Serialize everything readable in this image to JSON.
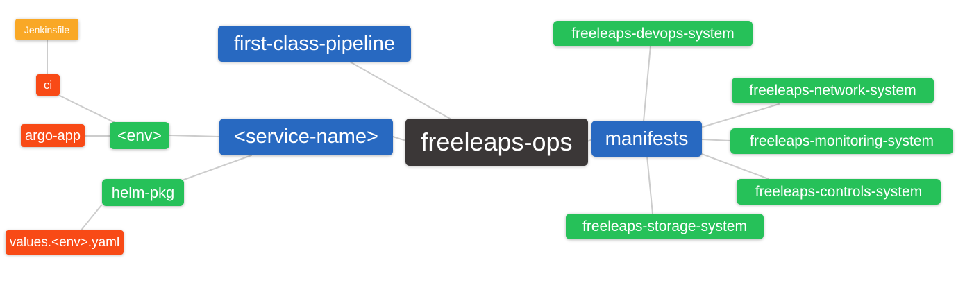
{
  "diagram": {
    "type": "mindmap",
    "root": "freeleaps-ops",
    "palette": {
      "blue": "#2869C1",
      "green": "#26C159",
      "orange": "#F9A826",
      "red": "#F84A16",
      "dark": "#3B3737",
      "edge_line": "#CCCCCC",
      "node_text": "#FFFFFF",
      "background": "#FFFFFF"
    },
    "nodes": {
      "jenkinsfile": {
        "label": "Jenkinsfile",
        "color": "orange"
      },
      "ci": {
        "label": "ci",
        "color": "red"
      },
      "argo_app": {
        "label": "argo-app",
        "color": "red"
      },
      "env": {
        "label": "<env>",
        "color": "green"
      },
      "first_class_pipeline": {
        "label": "first-class-pipeline",
        "color": "blue"
      },
      "service_name": {
        "label": "<service-name>",
        "color": "blue"
      },
      "helm_pkg": {
        "label": "helm-pkg",
        "color": "green"
      },
      "values_env_yaml": {
        "label": "values.<env>.yaml",
        "color": "red"
      },
      "freeleaps_ops": {
        "label": "freeleaps-ops",
        "color": "dark"
      },
      "manifests": {
        "label": "manifests",
        "color": "blue"
      },
      "devops_system": {
        "label": "freeleaps-devops-system",
        "color": "green"
      },
      "network_system": {
        "label": "freeleaps-network-system",
        "color": "green"
      },
      "monitoring_system": {
        "label": "freeleaps-monitoring-system",
        "color": "green"
      },
      "controls_system": {
        "label": "freeleaps-controls-system",
        "color": "green"
      },
      "storage_system": {
        "label": "freeleaps-storage-system",
        "color": "green"
      }
    },
    "edges": [
      {
        "from": "ci",
        "to": "jenkinsfile"
      },
      {
        "from": "env",
        "to": "ci"
      },
      {
        "from": "env",
        "to": "argo_app"
      },
      {
        "from": "service_name",
        "to": "env"
      },
      {
        "from": "service_name",
        "to": "helm_pkg"
      },
      {
        "from": "helm_pkg",
        "to": "values_env_yaml"
      },
      {
        "from": "freeleaps_ops",
        "to": "service_name"
      },
      {
        "from": "freeleaps_ops",
        "to": "first_class_pipeline"
      },
      {
        "from": "freeleaps_ops",
        "to": "manifests"
      },
      {
        "from": "manifests",
        "to": "devops_system"
      },
      {
        "from": "manifests",
        "to": "network_system"
      },
      {
        "from": "manifests",
        "to": "monitoring_system"
      },
      {
        "from": "manifests",
        "to": "controls_system"
      },
      {
        "from": "manifests",
        "to": "storage_system"
      }
    ]
  }
}
